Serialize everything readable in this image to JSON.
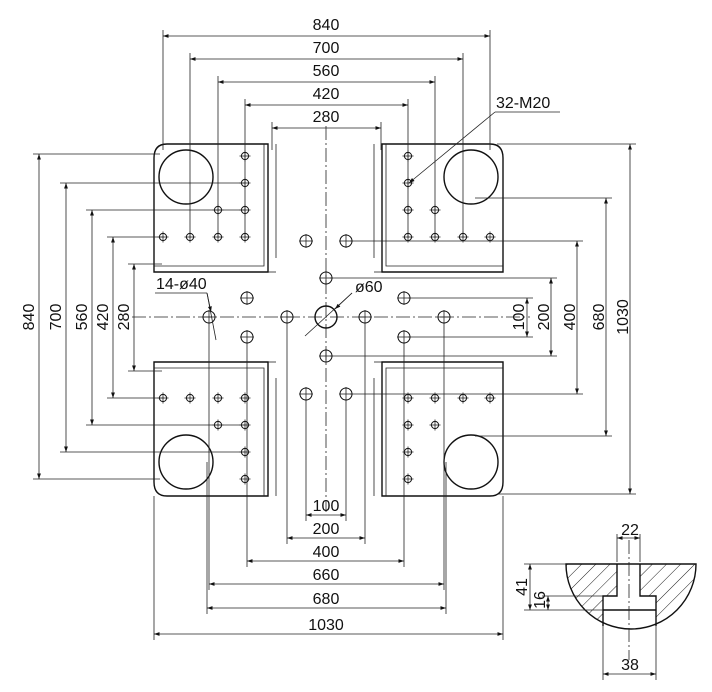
{
  "dims": {
    "top": [
      "840",
      "700",
      "560",
      "420",
      "280"
    ],
    "left": [
      "840",
      "700",
      "560",
      "420",
      "280"
    ],
    "right": [
      "1030",
      "680",
      "400",
      "200",
      "100"
    ],
    "bottom": [
      "100",
      "200",
      "400",
      "660",
      "680",
      "1030"
    ]
  },
  "callouts": {
    "threads": "32-M20",
    "holes": "14-ø40",
    "center_hole": "ø60"
  },
  "detail": {
    "top_width": "22",
    "depth_total": "41",
    "depth_small": "16",
    "bottom_width": "38"
  }
}
